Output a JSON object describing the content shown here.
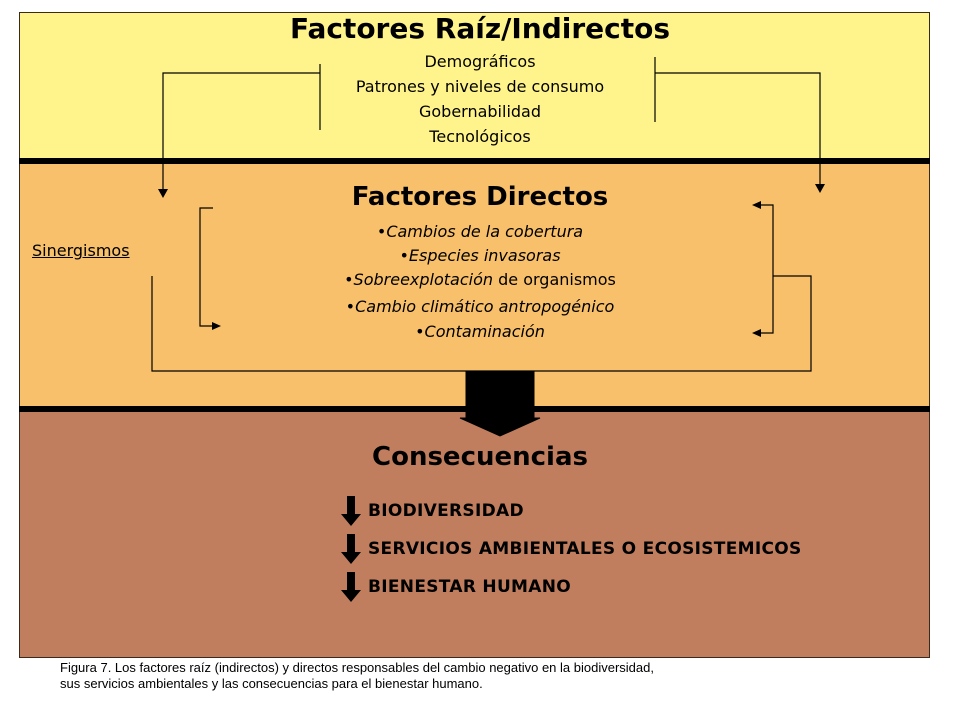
{
  "root": {
    "title": "Factores Raíz/Indirectos",
    "items": [
      "Demográficos",
      "Patrones y niveles de consumo",
      "Gobernabilidad",
      "Tecnológicos"
    ]
  },
  "direct": {
    "title": "Factores Directos",
    "items": [
      {
        "bullet": "•",
        "italic": "Cambios de la cobertura",
        "rest": ""
      },
      {
        "bullet": "•",
        "italic": "Especies invasoras",
        "rest": ""
      },
      {
        "bullet": "•",
        "italic": "Sobreexplotación",
        "rest": " de organismos"
      },
      {
        "bullet": "•",
        "italic": "Cambio climático antropogénico",
        "rest": ""
      },
      {
        "bullet": "•",
        "italic": "Contaminación",
        "rest": ""
      }
    ],
    "synergy_label": "Sinergismos"
  },
  "consequences": {
    "title": "Consecuencias",
    "items": [
      "BIODIVERSIDAD",
      "SERVICIOS AMBIENTALES O ECOSISTEMICOS",
      "BIENESTAR HUMANO"
    ],
    "arrow_icon": "down-arrow-icon"
  },
  "caption": {
    "line1": "Figura 7.  Los factores raíz (indirectos) y directos responsables del cambio negativo en la biodiversidad,",
    "line2": "sus servicios ambientales y las consecuencias para el bienestar humano."
  },
  "colors": {
    "root_band": "#fff48c",
    "direct_band": "#f8c06a",
    "consequences_band": "#c07e5e"
  }
}
